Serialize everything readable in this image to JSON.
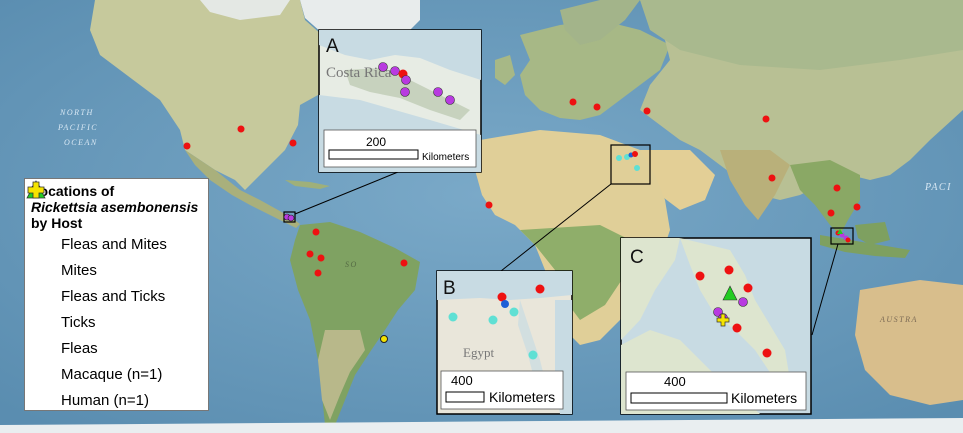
{
  "legend": {
    "title_line1": "Locations of",
    "title_line2": "Rickettsia asembonensis",
    "title_line3": "by Host",
    "items": [
      {
        "label": "Fleas and Mites",
        "color": "#1f5fd6",
        "shape": "small-dot"
      },
      {
        "label": "Mites",
        "color": "#5fe0d4",
        "shape": "dot"
      },
      {
        "label": "Fleas and Ticks",
        "color": "#b83ae0",
        "shape": "dot"
      },
      {
        "label": "Ticks",
        "color": "#f2e200",
        "shape": "dot"
      },
      {
        "label": "Fleas",
        "color": "#ee1111",
        "shape": "dot"
      },
      {
        "label": "Macaque (n=1)",
        "color": "#22cc22",
        "shape": "triangle"
      },
      {
        "label": "Human (n=1)",
        "color": "#f5e400",
        "shape": "cross"
      }
    ]
  },
  "ocean_labels": {
    "north_pacific_line1": "NORTH",
    "north_pacific_line2": "PACIFIC",
    "north_pacific_line3": "OCEAN",
    "pacific_right": "PACI",
    "australia_partial": "AUSTRA",
    "south_america_partial": "SO"
  },
  "insets": {
    "A": {
      "letter": "A",
      "country_label": "Costa Rica",
      "scale_value": "200",
      "scale_unit": "Kilometers"
    },
    "B": {
      "letter": "B",
      "country_label": "Egypt",
      "scale_value": "400",
      "scale_unit": "Kilometers"
    },
    "C": {
      "letter": "C",
      "scale_value": "400",
      "scale_unit": "Kilometers"
    }
  },
  "colors": {
    "ocean": "#6f9fbf",
    "land": "#c9cfa0",
    "fleas": "#ee1111",
    "mites": "#5fe0d4",
    "fleas_and_ticks": "#b83ae0",
    "fleas_and_mites": "#1f5fd6",
    "ticks": "#f2e200",
    "macaque": "#22cc22",
    "human": "#f5e400"
  }
}
